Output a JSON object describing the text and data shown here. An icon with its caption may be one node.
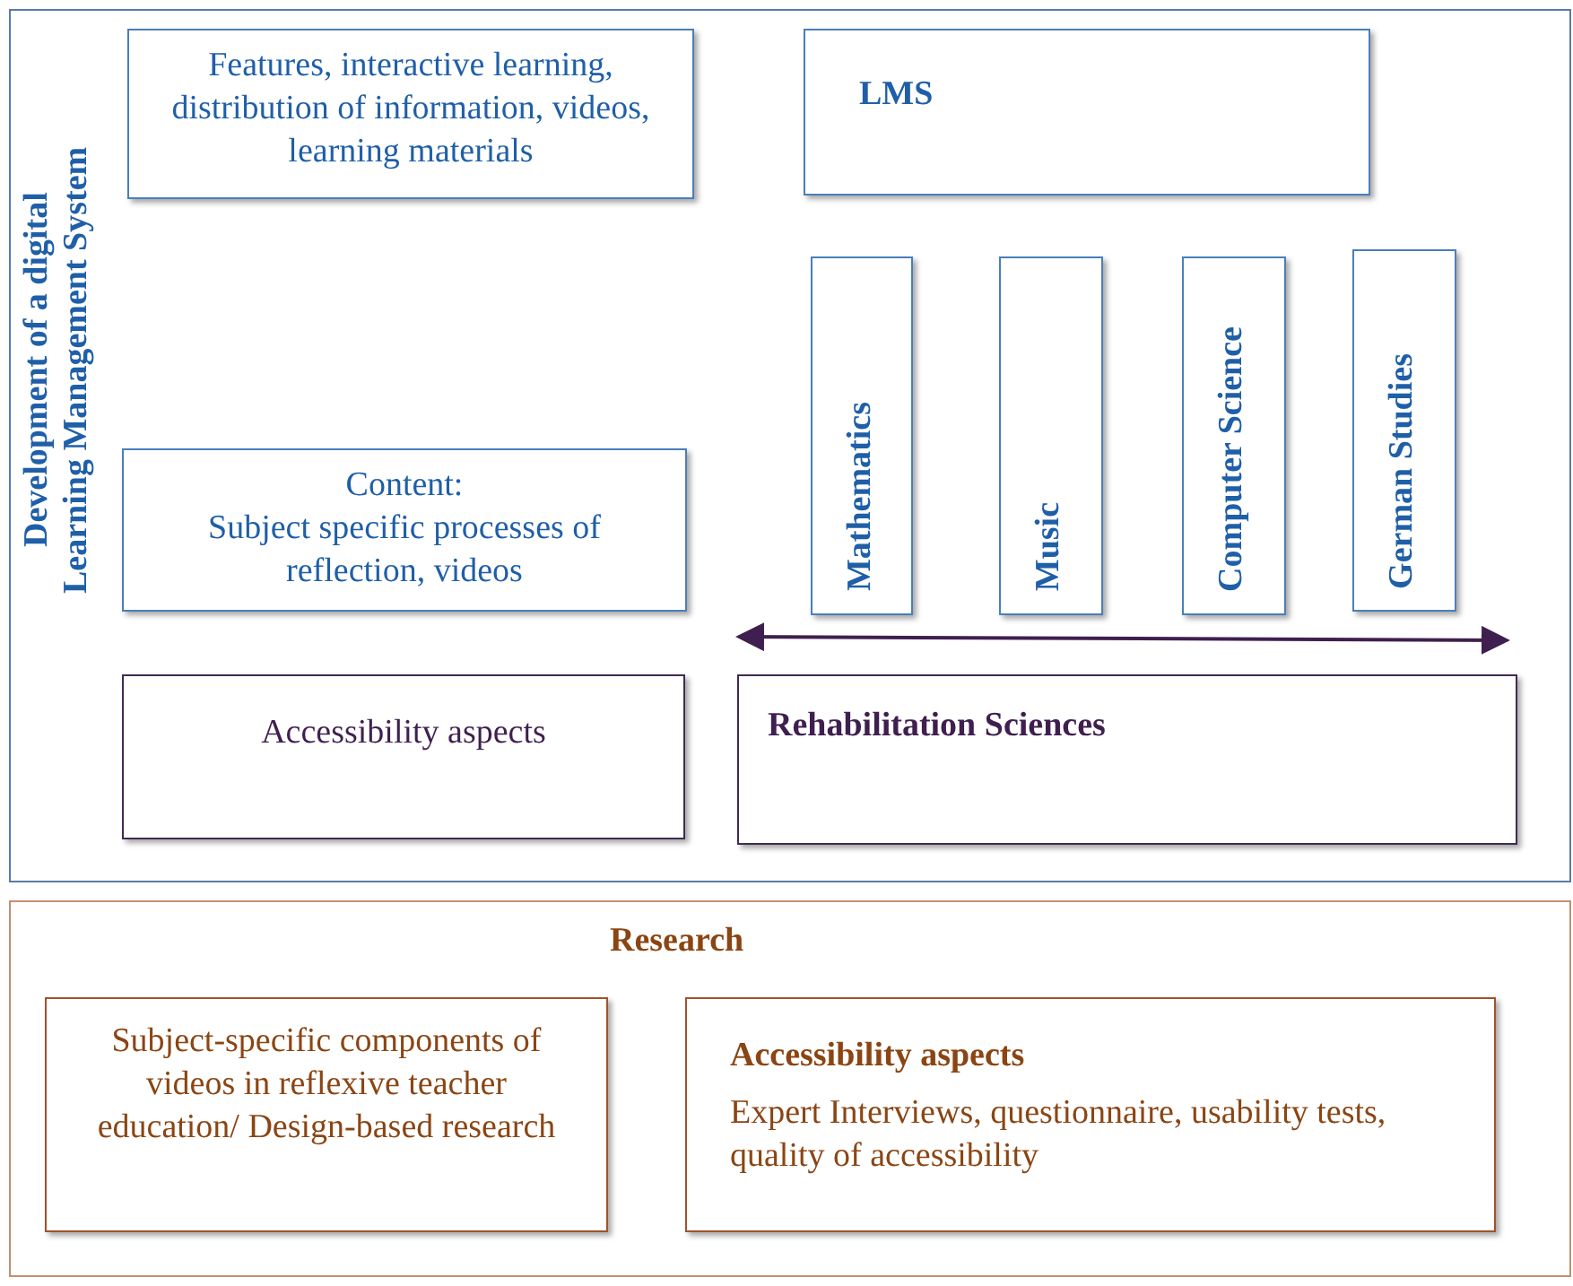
{
  "diagram": {
    "nodes": [
      {
        "text": [
          "Development of a digital Learning Management System"
        ]
      },
      {
        "text": [
          "Features, interactive learning, distribution of information, videos, learning materials"
        ],
        "in": 0
      },
      {
        "text": [
          "LMS"
        ],
        "in": 0
      },
      {
        "text": [
          "Mathematics"
        ],
        "in": 0
      },
      {
        "text": [
          "Music"
        ],
        "in": 0
      },
      {
        "text": [
          "Computer Science"
        ],
        "in": 0
      },
      {
        "text": [
          "German Studies"
        ],
        "in": 0
      },
      {
        "text": [
          "Content:",
          "Subject specific processes of reflection, videos"
        ],
        "in": 0
      },
      {
        "text": [
          "Accessibility aspects"
        ],
        "in": 0
      },
      {
        "text": [
          "Rehabilitation Sciences"
        ],
        "in": 0
      },
      {
        "text": [
          "Research"
        ]
      },
      {
        "text": [
          "Subject-specific components of videos in reflexive teacher education/ Design-based research"
        ],
        "in": 10
      },
      {
        "text": [
          "Accessibility aspects",
          "Expert Interviews, questionnaire, usability tests, quality of accessibility"
        ],
        "in": 10
      }
    ]
  }
}
